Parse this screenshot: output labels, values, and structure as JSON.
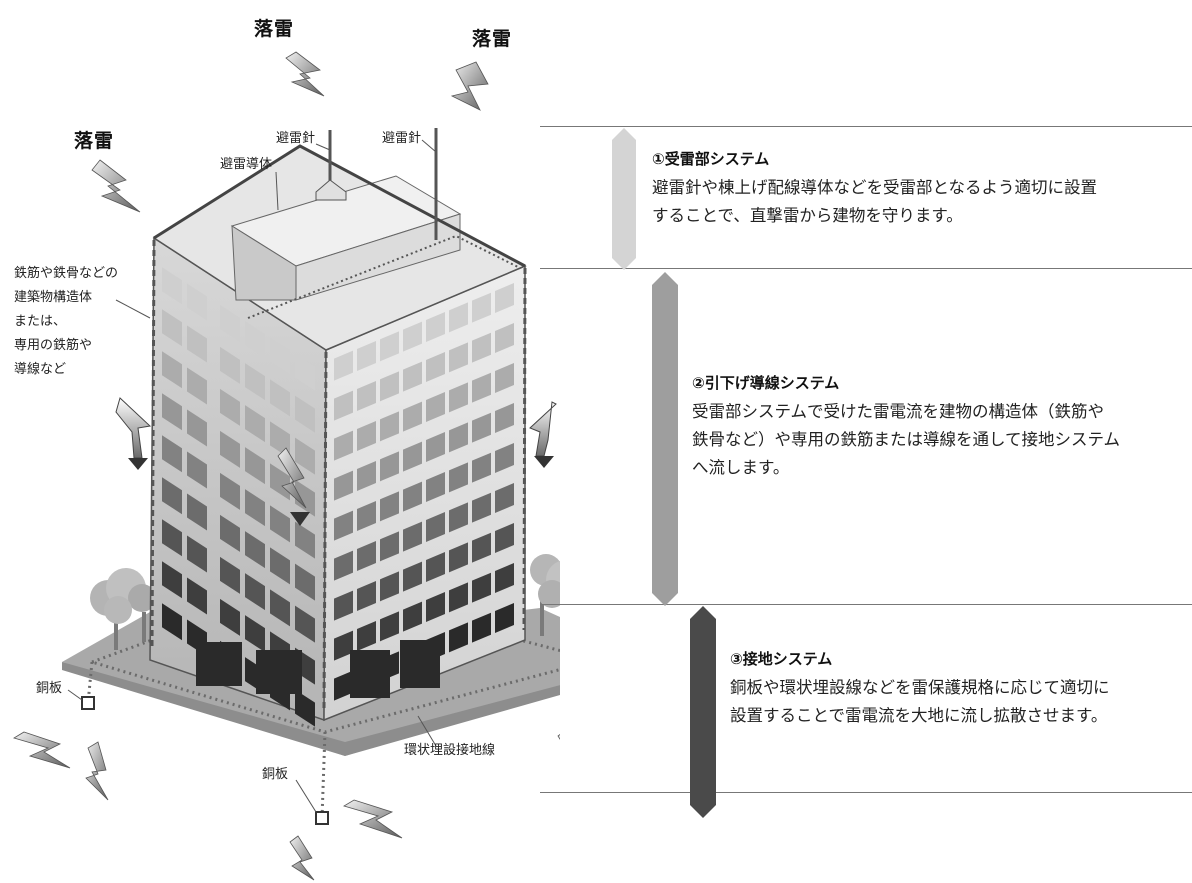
{
  "strikes": [
    "落雷",
    "落雷",
    "落雷"
  ],
  "labels": {
    "rod_left": "避雷針",
    "rod_right": "避雷針",
    "conductor": "避雷導体",
    "structure": [
      "鉄筋や鉄骨などの",
      "建築物構造体",
      "または、",
      "専用の鉄筋や",
      "導線など"
    ],
    "plate_left": "銅板",
    "plate_front": "銅板",
    "ring": "環状埋設接地線"
  },
  "sections": [
    {
      "title": "①受雷部システム",
      "lines": [
        "避雷針や棟上げ配線導体などを受雷部となるよう適切に設置",
        "することで、直撃雷から建物を守ります。"
      ],
      "color": "#d4d4d4"
    },
    {
      "title": "②引下げ導線システム",
      "lines": [
        "受雷部システムで受けた雷電流を建物の構造体（鉄筋や",
        "鉄骨など）や専用の鉄筋または導線を通して接地システム",
        "へ流します。"
      ],
      "color": "#9e9e9e"
    },
    {
      "title": "③接地システム",
      "lines": [
        "銅板や環状埋設線などを雷保護規格に応じて適切に",
        "設置することで雷電流を大地に流し拡散させます。"
      ],
      "color": "#4a4a4a"
    }
  ]
}
